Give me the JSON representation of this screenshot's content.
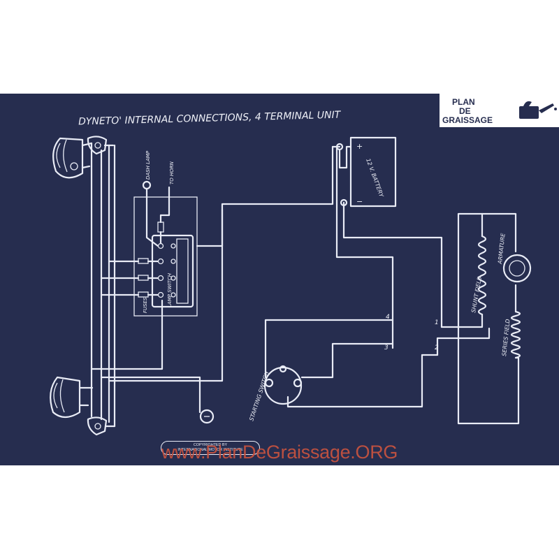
{
  "diagram": {
    "title": "DYNETO' INTERNAL CONNECTIONS, 4 TERMINAL UNIT",
    "labels": {
      "dash_lamp": "DASH LAMP",
      "horn": "TO HORN",
      "fuses": "FUSES",
      "lamp_switch": "LAMP SWITCH",
      "battery": "12 V. BATTERY",
      "plus": "+",
      "minus": "−",
      "shunt_field": "SHUNT FIELD",
      "armature": "ARMATURE",
      "series_field": "SERIES FIELD",
      "starting_switch": "STARTING SWITCH",
      "terminal_1": "1",
      "terminal_2": "2",
      "terminal_3": "3",
      "terminal_4": "4"
    },
    "copyright_line1": "COPYRIGHTED BY",
    "copyright_line2": "INTERNATIONAL MOTOR INSTITUTE"
  },
  "logo": {
    "line1": "PLAN",
    "line2": "DE",
    "line3": "GRAISSAGE",
    "icon": "oil-can-icon"
  },
  "watermark": "www.PlanDeGraissage.ORG",
  "colors": {
    "blueprint": "#262d4f",
    "line": "#e9ecf6",
    "watermark": "#c9533f"
  }
}
